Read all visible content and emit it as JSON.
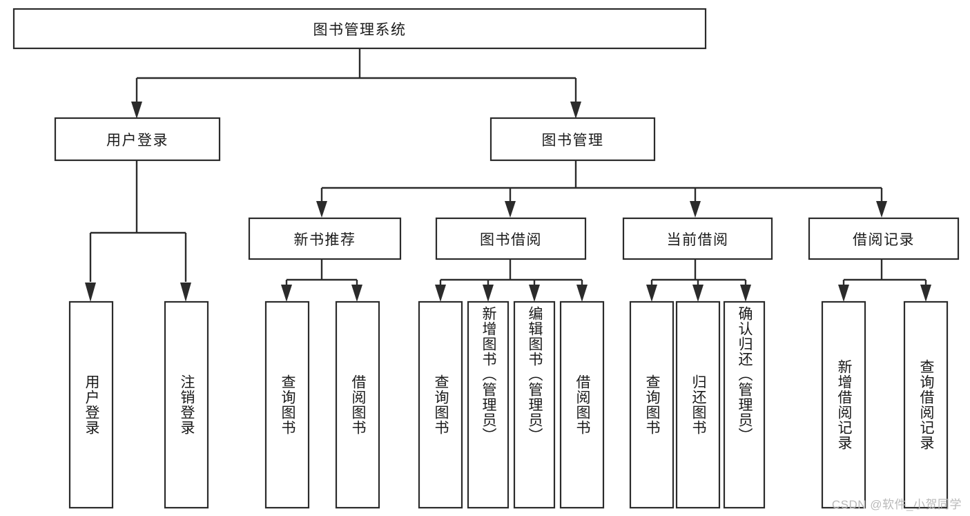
{
  "diagram": {
    "title": "图书管理系统",
    "type": "tree-hierarchy",
    "watermark": "CSDN @软件_小贺同学",
    "colors": {
      "box_stroke": "#2b2b2b",
      "box_fill": "#ffffff",
      "text": "#1a1a1a",
      "background": "#ffffff",
      "watermark": "#b9b9b9"
    },
    "root": {
      "label": "图书管理系统",
      "orientation": "horizontal"
    },
    "level2": [
      {
        "label": "用户登录",
        "orientation": "horizontal"
      },
      {
        "label": "图书管理",
        "orientation": "horizontal"
      }
    ],
    "level3": [
      {
        "label": "新书推荐",
        "orientation": "horizontal",
        "parent": "图书管理"
      },
      {
        "label": "图书借阅",
        "orientation": "horizontal",
        "parent": "图书管理"
      },
      {
        "label": "当前借阅",
        "orientation": "horizontal",
        "parent": "图书管理"
      },
      {
        "label": "借阅记录",
        "orientation": "horizontal",
        "parent": "图书管理"
      }
    ],
    "leaves": {
      "用户登录": [
        {
          "label": "用户登录",
          "orientation": "vertical"
        },
        {
          "label": "注销登录",
          "orientation": "vertical"
        }
      ],
      "新书推荐": [
        {
          "label": "查询图书",
          "orientation": "vertical"
        },
        {
          "label": "借阅图书",
          "orientation": "vertical"
        }
      ],
      "图书借阅": [
        {
          "label": "查询图书",
          "orientation": "vertical"
        },
        {
          "label": "新增图书（管理员）",
          "orientation": "vertical"
        },
        {
          "label": "编辑图书（管理员）",
          "orientation": "vertical"
        },
        {
          "label": "借阅图书",
          "orientation": "vertical"
        }
      ],
      "当前借阅": [
        {
          "label": "查询图书",
          "orientation": "vertical"
        },
        {
          "label": "归还图书",
          "orientation": "vertical"
        },
        {
          "label": "确认归还（管理员）",
          "orientation": "vertical"
        }
      ],
      "借阅记录": [
        {
          "label": "新增借阅记录",
          "orientation": "vertical"
        },
        {
          "label": "查询借阅记录",
          "orientation": "vertical"
        }
      ]
    }
  }
}
